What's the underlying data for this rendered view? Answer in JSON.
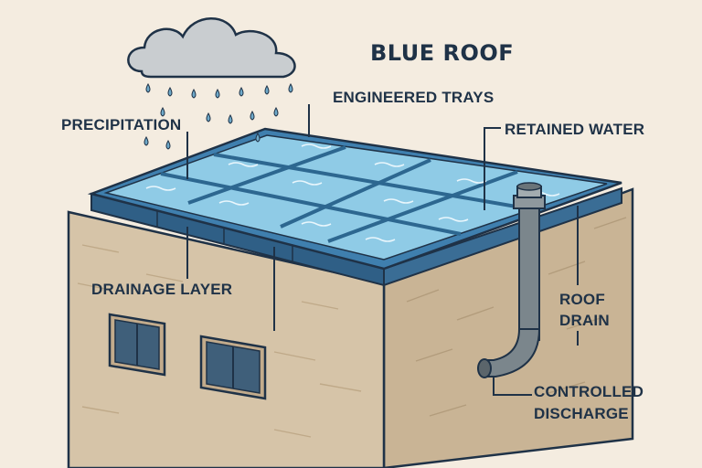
{
  "diagram": {
    "title": "BLUE ROOF",
    "labels": {
      "precipitation": "PRECIPITATION",
      "engineered_trays": "ENGINEERED TRAYS",
      "retained_water": "RETAINED WATER",
      "drainage_layer": "DRAINAGE LAYER",
      "roof_drain_line1": "ROOF",
      "roof_drain_line2": "DRAIN",
      "controlled_discharge_line1": "CONTROLLED",
      "controlled_discharge_line2": "DISCHARGE"
    },
    "colors": {
      "background": "#f4ece0",
      "ink": "#1f3247",
      "wall_front": "#d6c4a8",
      "wall_side": "#c9b495",
      "water": "#8fcbe6",
      "tray_frame": "#3f7fae",
      "pipe": "#7b868c",
      "cloud": "#c9cdd0",
      "raindrop": "#6ea9c9"
    },
    "icons": [
      "rain-cloud-icon",
      "raindrop-icon",
      "roof-drain-pipe-icon"
    ]
  }
}
